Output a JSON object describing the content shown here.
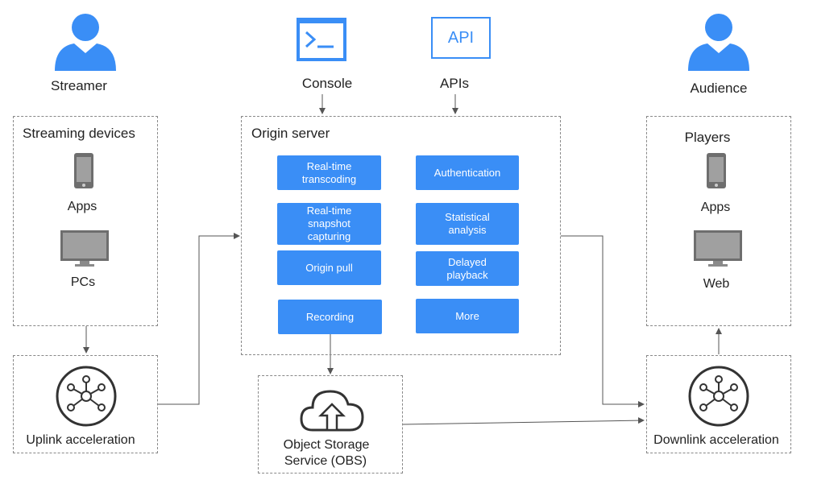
{
  "colors": {
    "accent": "#3a8ef6",
    "icon_grey": "#6e6e6e",
    "line": "#555555"
  },
  "actors": {
    "streamer": "Streamer",
    "audience": "Audience"
  },
  "top": {
    "console": "Console",
    "apis": "APIs",
    "api_icon_text": "API"
  },
  "streaming_devices": {
    "title": "Streaming devices",
    "apps": "Apps",
    "pcs": "PCs"
  },
  "uplink": {
    "label": "Uplink acceleration"
  },
  "origin": {
    "title": "Origin server",
    "features": [
      "Real-time\ntranscoding",
      "Authentication",
      "Real-time\nsnapshot\ncapturing",
      "Statistical\nanalysis",
      "Origin pull",
      "Delayed\nplayback",
      "Recording",
      "More"
    ]
  },
  "obs": {
    "label_line1": "Object Storage",
    "label_line2": "Service (OBS)"
  },
  "players": {
    "title": "Players",
    "apps": "Apps",
    "web": "Web"
  },
  "downlink": {
    "label": "Downlink acceleration"
  }
}
